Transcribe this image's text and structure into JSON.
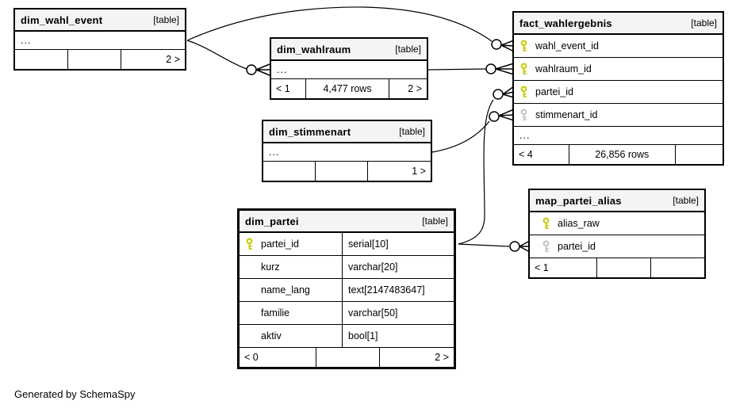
{
  "diagram": {
    "generated_by": "Generated by SchemaSpy",
    "ellipsis": "..."
  },
  "colors": {
    "primary_key_icon": "#c9c900",
    "foreign_key_icon": "#c2c2c2",
    "header_bg": "#f4f4f4",
    "border": "#000000",
    "line": "#000000"
  },
  "tables": {
    "dim_wahl_event": {
      "name": "dim_wahl_event",
      "tag": "[table]",
      "ellipsis": "...",
      "footer": [
        "",
        "",
        "2 >"
      ]
    },
    "dim_wahlraum": {
      "name": "dim_wahlraum",
      "tag": "[table]",
      "ellipsis": "...",
      "footer": [
        "< 1",
        "4,477 rows",
        "2 >"
      ]
    },
    "fact_wahlergebnis": {
      "name": "fact_wahlergebnis",
      "tag": "[table]",
      "columns": [
        {
          "name": "wahl_event_id",
          "key": "pk"
        },
        {
          "name": "wahlraum_id",
          "key": "pk"
        },
        {
          "name": "partei_id",
          "key": "pk"
        },
        {
          "name": "stimmenart_id",
          "key": "fk"
        }
      ],
      "ellipsis": "...",
      "footer": [
        "< 4",
        "26,856 rows",
        ""
      ]
    },
    "dim_stimmenart": {
      "name": "dim_stimmenart",
      "tag": "[table]",
      "ellipsis": "...",
      "footer": [
        "",
        "",
        "1 >"
      ]
    },
    "dim_partei": {
      "name": "dim_partei",
      "tag": "[table]",
      "columns": [
        {
          "name": "partei_id",
          "type": "serial[10]",
          "key": "pk"
        },
        {
          "name": "kurz",
          "type": "varchar[20]",
          "key": ""
        },
        {
          "name": "name_lang",
          "type": "text[2147483647]",
          "key": ""
        },
        {
          "name": "familie",
          "type": "varchar[50]",
          "key": ""
        },
        {
          "name": "aktiv",
          "type": "bool[1]",
          "key": ""
        }
      ],
      "footer": [
        "< 0",
        "",
        "2 >"
      ]
    },
    "map_partei_alias": {
      "name": "map_partei_alias",
      "tag": "[table]",
      "columns": [
        {
          "name": "alias_raw",
          "key": "pk"
        },
        {
          "name": "partei_id",
          "key": "fk"
        }
      ],
      "footer": [
        "< 1",
        "",
        ""
      ]
    }
  },
  "relationships": [
    {
      "parent": "dim_wahl_event",
      "child": "fact_wahlergebnis",
      "child_column": "wahl_event_id"
    },
    {
      "parent": "dim_wahl_event",
      "child": "dim_wahlraum",
      "child_column": ""
    },
    {
      "parent": "dim_wahlraum",
      "child": "fact_wahlergebnis",
      "child_column": "wahlraum_id"
    },
    {
      "parent": "dim_stimmenart",
      "child": "fact_wahlergebnis",
      "child_column": "stimmenart_id"
    },
    {
      "parent": "dim_partei",
      "child": "fact_wahlergebnis",
      "child_column": "partei_id"
    },
    {
      "parent": "dim_partei",
      "child": "map_partei_alias",
      "child_column": "partei_id"
    }
  ]
}
